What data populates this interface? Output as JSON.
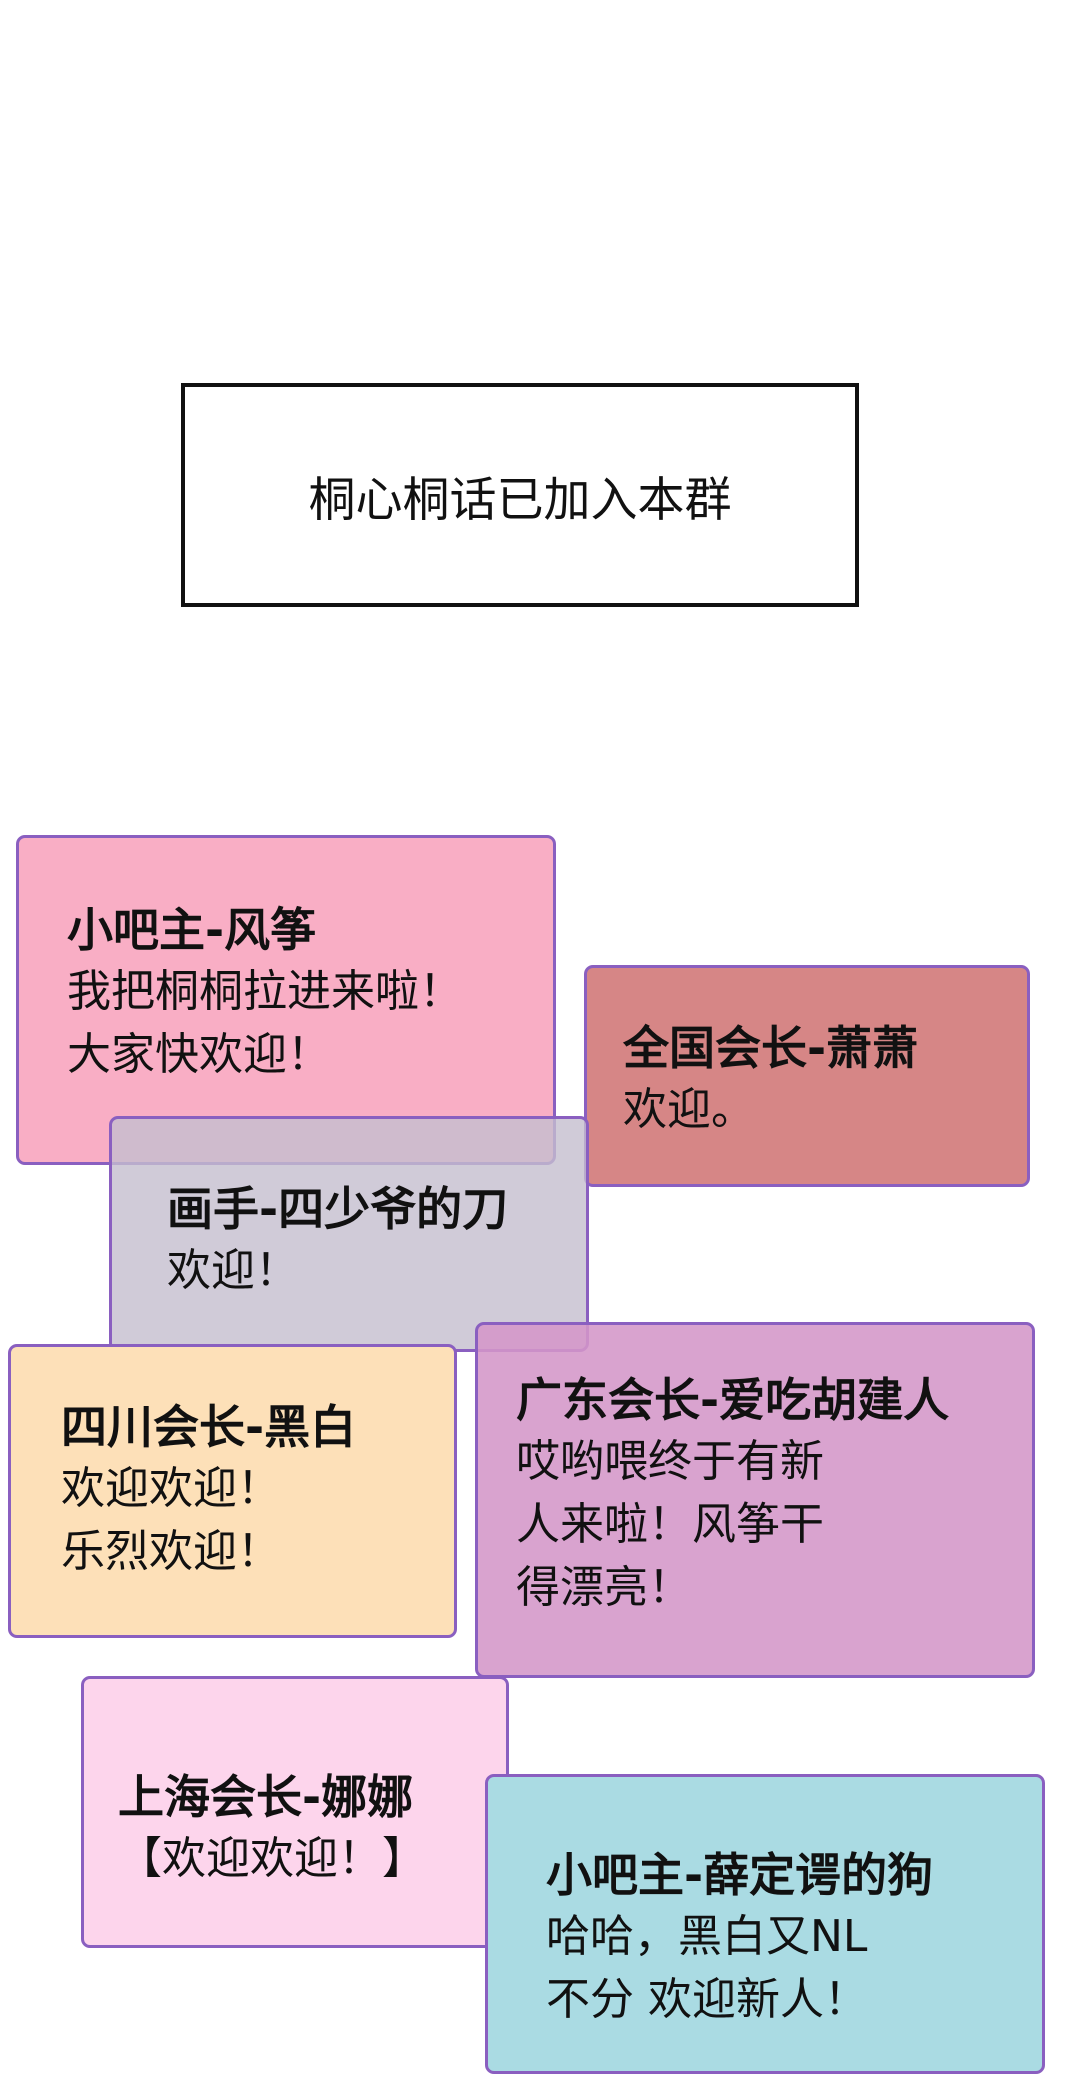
{
  "notice": {
    "text": "桐心桐话已加入本群"
  },
  "bubbles": [
    {
      "name": "小吧主-风筝",
      "lines": [
        "我把桐桐拉进来啦！",
        "大家快欢迎！"
      ],
      "color": "#f9aec5"
    },
    {
      "name": "全国会长-萧萧",
      "lines": [
        "欢迎。"
      ],
      "color": "#d68686"
    },
    {
      "name": "画手-四少爷的刀",
      "lines": [
        "欢迎！"
      ],
      "color": "#c4bece"
    },
    {
      "name": "四川会长-黑白",
      "lines": [
        "欢迎欢迎！",
        "乐烈欢迎！"
      ],
      "color": "#fde0b8"
    },
    {
      "name": "广东会长-爱吃胡建人",
      "lines": [
        "哎哟喂终于有新",
        "人来啦！风筝干",
        "得漂亮！"
      ],
      "color": "#d496c8"
    },
    {
      "name": "上海会长-娜娜",
      "lines": [
        "【欢迎欢迎！】"
      ],
      "color": "#fdd5ec"
    },
    {
      "name": "小吧主-薛定谔的狗",
      "lines": [
        "哈哈，黑白又NL",
        "不分 欢迎新人！"
      ],
      "color": "#aadbe3"
    }
  ],
  "border_color": "#8a5fc0"
}
